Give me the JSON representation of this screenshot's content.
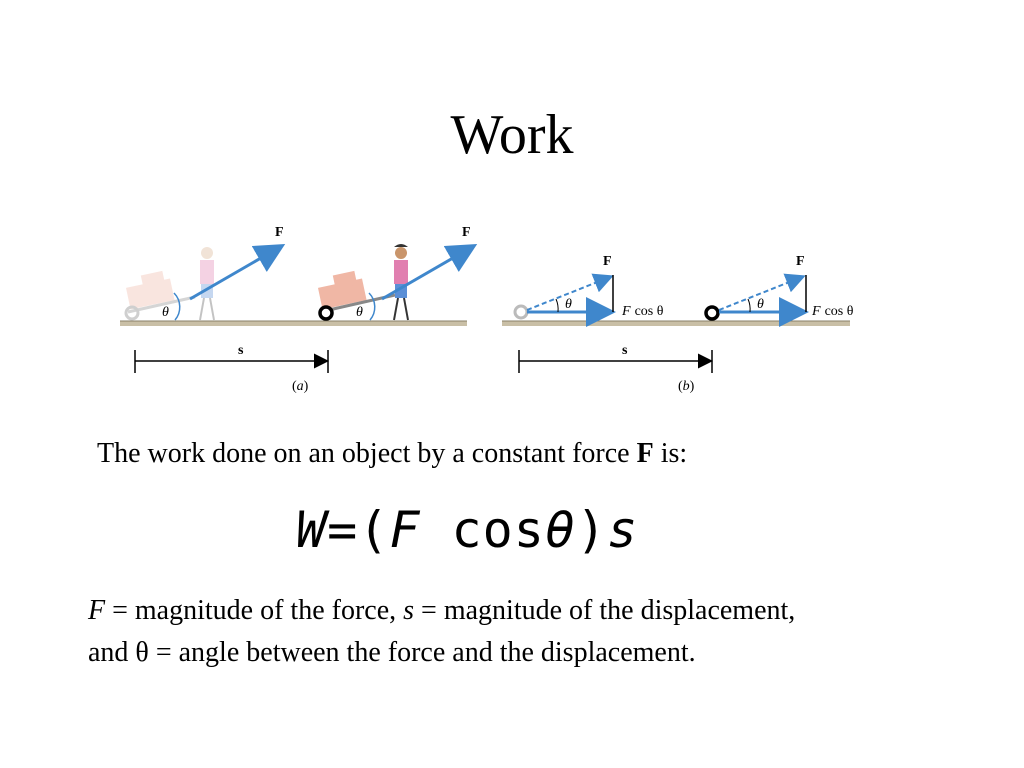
{
  "slide": {
    "title": "Work",
    "intro": {
      "prefix": "The work done on an object by a constant force",
      "force_symbol": "F",
      "suffix": "is:"
    },
    "equation": {
      "W": "W",
      "equals": "=",
      "open": "(",
      "F": "F",
      "cos": "cos",
      "theta": "θ",
      "close": ")",
      "s": "s"
    },
    "definition": {
      "f_symbol": "F",
      "f_desc": "= magnitude of the force,",
      "s_symbol": "s",
      "s_desc": "= magnitude of the displacement,",
      "line2": "and θ = angle between the force and the displacement."
    }
  },
  "figure": {
    "panel_a": {
      "force_label": "F",
      "angle_label": "θ",
      "displacement_label": "s",
      "caption_open": "(",
      "caption_letter": "a",
      "caption_close": ")"
    },
    "panel_b": {
      "force_label": "F",
      "angle_label": "θ",
      "component_label": "cos θ",
      "component_symbol": "F",
      "displacement_label": "s",
      "caption_open": "(",
      "caption_letter": "b",
      "caption_close": ")"
    }
  },
  "colors": {
    "arrow_blue": "#3f87cc",
    "ground": "#c9bfa6",
    "ground_dark": "#8a8068",
    "box_pink": "#f0b7a5",
    "shirt_pink": "#e17fb0",
    "pants_blue": "#5b8fd6"
  }
}
